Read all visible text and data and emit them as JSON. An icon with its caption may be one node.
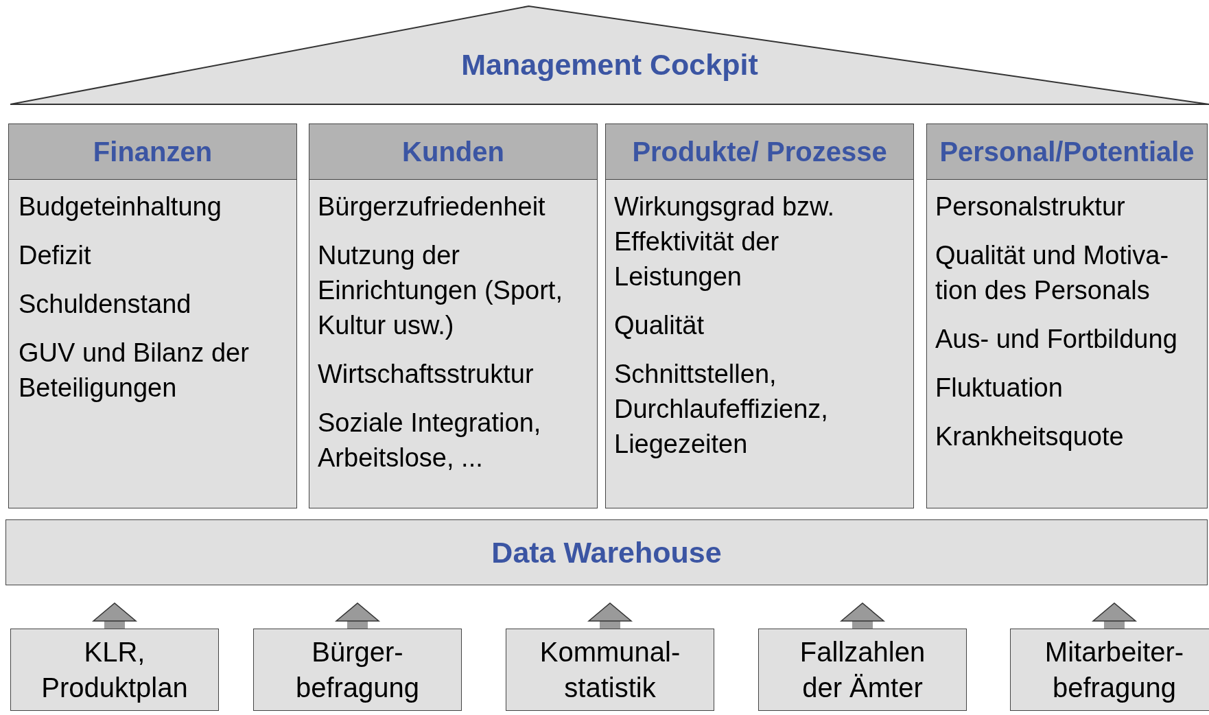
{
  "diagram": {
    "nodes": [
      {
        "text": [
          "Management Cockpit"
        ]
      },
      {
        "text": [
          "Finanzen",
          "Budgeteinhaltung",
          "Defizit",
          "Schuldenstand",
          "GUV und Bilanz der Beteiligungen"
        ]
      },
      {
        "text": [
          "Kunden",
          "Bürgerzufriedenheit",
          "Nutzung der Einrichtungen (Sport, Kultur usw.)",
          "Wirtschaftsstruktur",
          "Soziale Integration, Arbeitslose, ..."
        ]
      },
      {
        "text": [
          "Produkte/ Prozesse",
          "Wirkungsgrad bzw. Effektivität der Leistungen",
          "Qualität",
          "Schnittstellen, Durchlaufeffizienz, Liegezeiten"
        ]
      },
      {
        "text": [
          "Personal/Potentiale",
          "Personalstruktur",
          "Qualität und Motiva- tion des Personals",
          "Aus- und Fortbildung",
          "Fluktuation",
          "Krankheitsquote"
        ]
      },
      {
        "text": [
          "Data Warehouse"
        ]
      },
      {
        "text": [
          "KLR, Produktplan"
        ]
      },
      {
        "text": [
          "Bürger- befragung"
        ]
      },
      {
        "text": [
          "Kommunal- statistik"
        ]
      },
      {
        "text": [
          "Fallzahlen der Ämter"
        ]
      },
      {
        "text": [
          "Mitarbeiter- befragung"
        ]
      }
    ],
    "edges": [
      {
        "from": 6,
        "to": 5,
        "arrow": "to"
      },
      {
        "from": 7,
        "to": 5,
        "arrow": "to"
      },
      {
        "from": 8,
        "to": 5,
        "arrow": "to"
      },
      {
        "from": 9,
        "to": 5,
        "arrow": "to"
      },
      {
        "from": 10,
        "to": 5,
        "arrow": "to"
      }
    ]
  }
}
